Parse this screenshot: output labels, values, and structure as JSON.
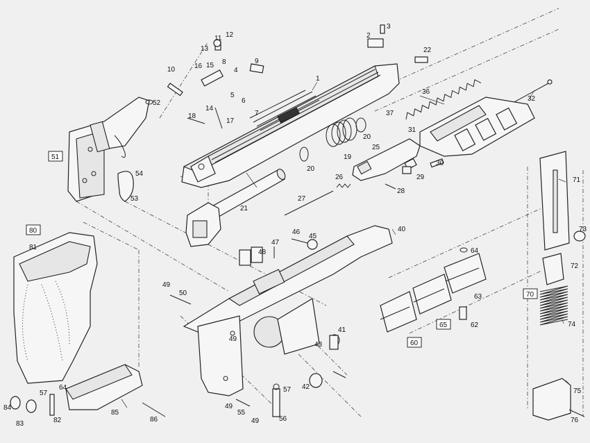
{
  "labels": {
    "p1": "1",
    "p2": "2",
    "p3": "3",
    "p4": "4",
    "p5": "5",
    "p6": "6",
    "p7": "7",
    "p8": "8",
    "p9": "9",
    "p10": "10",
    "p11": "11",
    "p12": "12",
    "p13": "13",
    "p14": "14",
    "p15": "15",
    "p16": "16",
    "p17": "17",
    "p18": "18",
    "p19": "19",
    "p20a": "20",
    "p20b": "20",
    "p21": "21",
    "p22": "22",
    "p25": "25",
    "p26": "26",
    "p27": "27",
    "p28": "28",
    "p29": "29",
    "p30": "30",
    "p31": "31",
    "p32": "32",
    "p36": "36",
    "p37": "37",
    "p40": "40",
    "p41": "41",
    "p42": "42",
    "p43": "43",
    "p45": "45",
    "p46": "46",
    "p47": "47",
    "p48": "48",
    "p49a": "49",
    "p49b": "49",
    "p49c": "49",
    "p49d": "49",
    "p50": "50",
    "p51": "51",
    "p52": "52",
    "p53": "53",
    "p54": "54",
    "p55": "55",
    "p56": "56",
    "p57a": "57",
    "p57b": "57",
    "p60": "60",
    "p62": "62",
    "p63": "63",
    "p64a": "64",
    "p64b": "64",
    "p65": "65",
    "p70": "70",
    "p71": "71",
    "p72": "72",
    "p73": "73",
    "p74": "74",
    "p75": "75",
    "p76": "76",
    "p80": "80",
    "p81": "81",
    "p82": "82",
    "p83": "83",
    "p84": "84",
    "p85": "85",
    "p86": "86"
  }
}
